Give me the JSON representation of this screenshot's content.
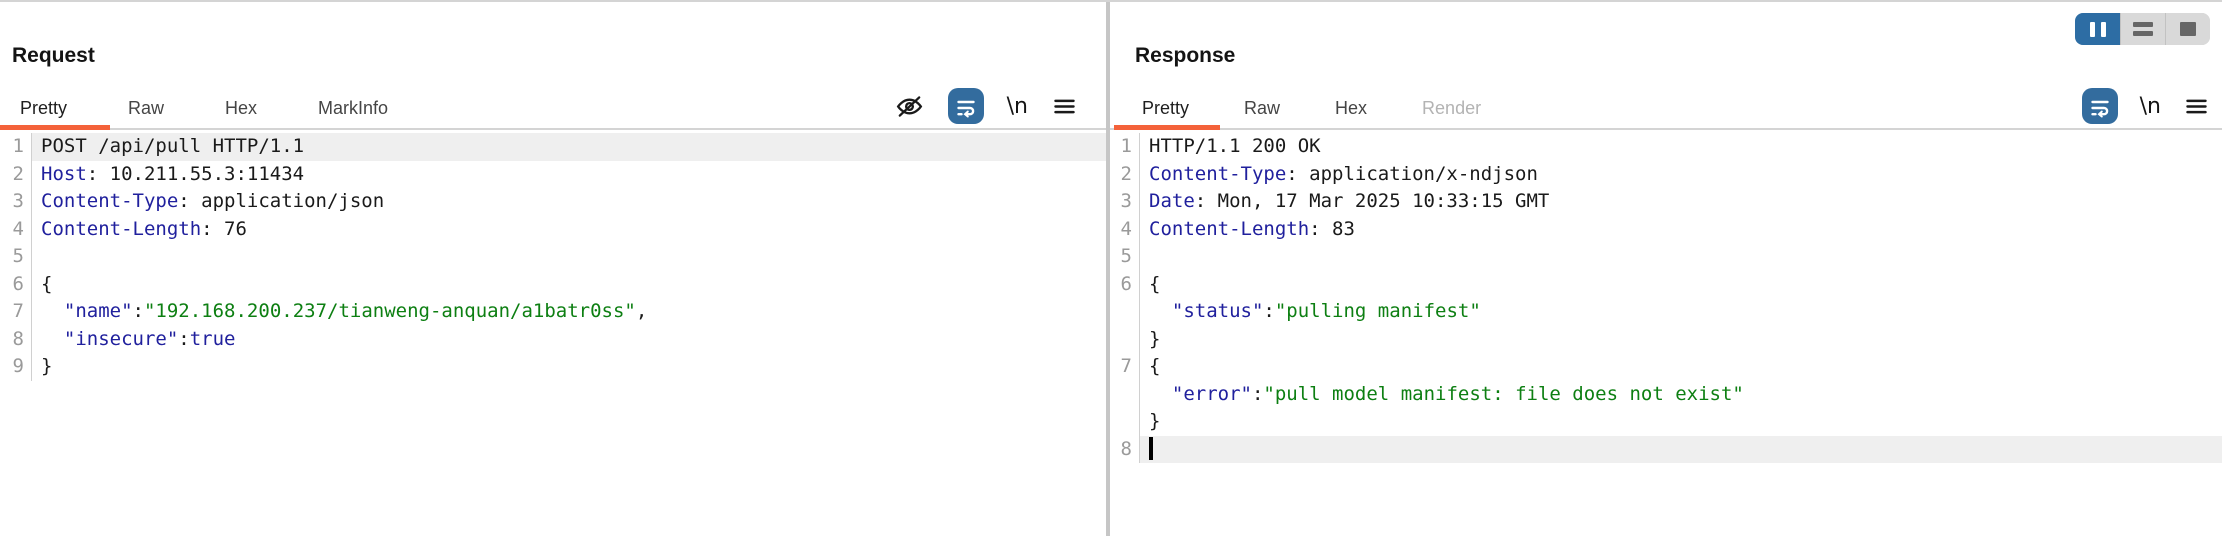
{
  "colors": {
    "accent_orange": "#f4623a",
    "wrap_button_blue": "#336c9e",
    "layout_active_blue": "#2d6da4",
    "syntax_header_name": "#20209d",
    "syntax_string": "#0d7f12",
    "syntax_keyword": "#20209d",
    "syntax_plain": "#1a1a1a",
    "line_number_gray": "#9a9a9a",
    "line_highlight": "#efefef",
    "tab_disabled": "#b3b3b3",
    "divider_gray": "#c6c6c6"
  },
  "layout_switcher": {
    "buttons": [
      {
        "name": "columns-layout",
        "active": true
      },
      {
        "name": "rows-layout",
        "active": false
      },
      {
        "name": "single-view-layout",
        "active": false
      }
    ]
  },
  "panels": {
    "request": {
      "title": "Request",
      "tabs": [
        {
          "label": "Pretty",
          "active": true
        },
        {
          "label": "Raw",
          "active": false
        },
        {
          "label": "Hex",
          "active": false
        },
        {
          "label": "MarkInfo",
          "active": false
        }
      ],
      "toolbar": {
        "newline_label": "\\n"
      },
      "lines": [
        {
          "num": "1",
          "hl": true,
          "segs": [
            [
              "p",
              "POST /api/pull HTTP/1.1"
            ]
          ]
        },
        {
          "num": "2",
          "segs": [
            [
              "h",
              "Host"
            ],
            [
              "p",
              ": 10.211.55.3:11434"
            ]
          ]
        },
        {
          "num": "3",
          "segs": [
            [
              "h",
              "Content-Type"
            ],
            [
              "p",
              ": application/json"
            ]
          ]
        },
        {
          "num": "4",
          "segs": [
            [
              "h",
              "Content-Length"
            ],
            [
              "p",
              ": 76"
            ]
          ]
        },
        {
          "num": "5",
          "segs": []
        },
        {
          "num": "6",
          "segs": [
            [
              "p",
              "{"
            ]
          ]
        },
        {
          "num": "7",
          "segs": [
            [
              "p",
              "  "
            ],
            [
              "h",
              "\"name\""
            ],
            [
              "p",
              ":"
            ],
            [
              "s",
              "\"192.168.200.237/tianweng-anquan/a1batr0ss\""
            ],
            [
              "p",
              ","
            ]
          ]
        },
        {
          "num": "8",
          "segs": [
            [
              "p",
              "  "
            ],
            [
              "h",
              "\"insecure\""
            ],
            [
              "p",
              ":"
            ],
            [
              "k",
              "true"
            ]
          ]
        },
        {
          "num": "9",
          "segs": [
            [
              "p",
              "}"
            ]
          ]
        }
      ]
    },
    "response": {
      "title": "Response",
      "tabs": [
        {
          "label": "Pretty",
          "active": true
        },
        {
          "label": "Raw",
          "active": false
        },
        {
          "label": "Hex",
          "active": false
        },
        {
          "label": "Render",
          "active": false,
          "disabled": true
        }
      ],
      "toolbar": {
        "newline_label": "\\n"
      },
      "lines": [
        {
          "num": "1",
          "segs": [
            [
              "p",
              "HTTP/1.1 200 OK"
            ]
          ]
        },
        {
          "num": "2",
          "segs": [
            [
              "h",
              "Content-Type"
            ],
            [
              "p",
              ": application/x-ndjson"
            ]
          ]
        },
        {
          "num": "3",
          "segs": [
            [
              "h",
              "Date"
            ],
            [
              "p",
              ": Mon, 17 Mar 2025 10:33:15 GMT"
            ]
          ]
        },
        {
          "num": "4",
          "segs": [
            [
              "h",
              "Content-Length"
            ],
            [
              "p",
              ": 83"
            ]
          ]
        },
        {
          "num": "5",
          "segs": []
        },
        {
          "num": "6",
          "segs": [
            [
              "p",
              "{"
            ]
          ]
        },
        {
          "num": "",
          "segs": [
            [
              "p",
              "  "
            ],
            [
              "h",
              "\"status\""
            ],
            [
              "p",
              ":"
            ],
            [
              "s",
              "\"pulling manifest\""
            ]
          ]
        },
        {
          "num": "",
          "segs": [
            [
              "p",
              "}"
            ]
          ]
        },
        {
          "num": "7",
          "segs": [
            [
              "p",
              "{"
            ]
          ]
        },
        {
          "num": "",
          "segs": [
            [
              "p",
              "  "
            ],
            [
              "h",
              "\"error\""
            ],
            [
              "p",
              ":"
            ],
            [
              "s",
              "\"pull model manifest: file does not exist\""
            ]
          ]
        },
        {
          "num": "",
          "segs": [
            [
              "p",
              "}"
            ]
          ]
        },
        {
          "num": "8",
          "hl": true,
          "caret": true,
          "segs": []
        }
      ]
    }
  }
}
